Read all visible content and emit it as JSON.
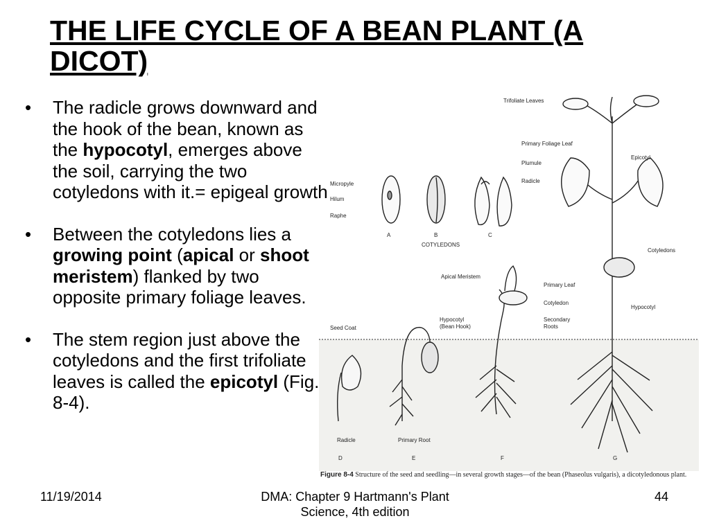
{
  "slide": {
    "title": "THE LIFE CYCLE OF A BEAN PLANT (A DICOT)",
    "bullets": [
      [
        {
          "text": "The radicle grows downward and the hook of the bean, known as the ",
          "bold": false
        },
        {
          "text": "hypocotyl",
          "bold": true
        },
        {
          "text": ", emerges above the soil, carrying the two cotyledons with it.= epigeal growth",
          "bold": false
        }
      ],
      [
        {
          "text": "Between the cotyledons lies a ",
          "bold": false
        },
        {
          "text": "growing point",
          "bold": true
        },
        {
          "text": " (",
          "bold": false
        },
        {
          "text": "apical",
          "bold": true
        },
        {
          "text": " or ",
          "bold": false
        },
        {
          "text": "shoot meristem",
          "bold": true
        },
        {
          "text": ") flanked by two opposite primary foliage leaves.",
          "bold": false
        }
      ],
      [
        {
          "text": "The stem region just above the cotyledons and the first trifoliate leaves is called the ",
          "bold": false
        },
        {
          "text": "epicotyl",
          "bold": true
        },
        {
          "text": " (Fig. 8-4).",
          "bold": false
        }
      ]
    ]
  },
  "figure": {
    "labels": {
      "trifoliate_leaves": "Trifoliate Leaves",
      "primary_foliage_leaf": "Primary Foliage Leaf",
      "plumule": "Plumule",
      "radicle_c": "Radicle",
      "micropyle": "Micropyle",
      "hilum": "Hilum",
      "raphe": "Raphe",
      "letter_a": "A",
      "letter_b": "B",
      "letter_c": "C",
      "cotyledons_caption": "COTYLEDONS",
      "epicotyl": "Epicotyl",
      "cotyledons_g": "Cotyledons",
      "apical_meristem": "Apical Meristem",
      "primary_leaf": "Primary Leaf",
      "cotyledon": "Cotyledon",
      "hypocotyl_g": "Hypocotyl",
      "seed_coat": "Seed Coat",
      "hypocotyl_bean_hook": "Hypocotyl",
      "bean_hook": "(Bean Hook)",
      "secondary": "Secondary",
      "roots": "Roots",
      "radicle_d": "Radicle",
      "primary_root": "Primary Root",
      "letter_d": "D",
      "letter_e": "E",
      "letter_f": "F",
      "letter_g": "G"
    },
    "caption_label": "Figure 8-4",
    "caption_text": "Structure of the seed and seedling—in several growth stages—of the bean (Phaseolus vulgaris), a dicotyledonous plant."
  },
  "footer": {
    "date": "11/19/2014",
    "center": "DMA: Chapter 9 Hartmann's Plant Science, 4th edition",
    "page": "44"
  }
}
